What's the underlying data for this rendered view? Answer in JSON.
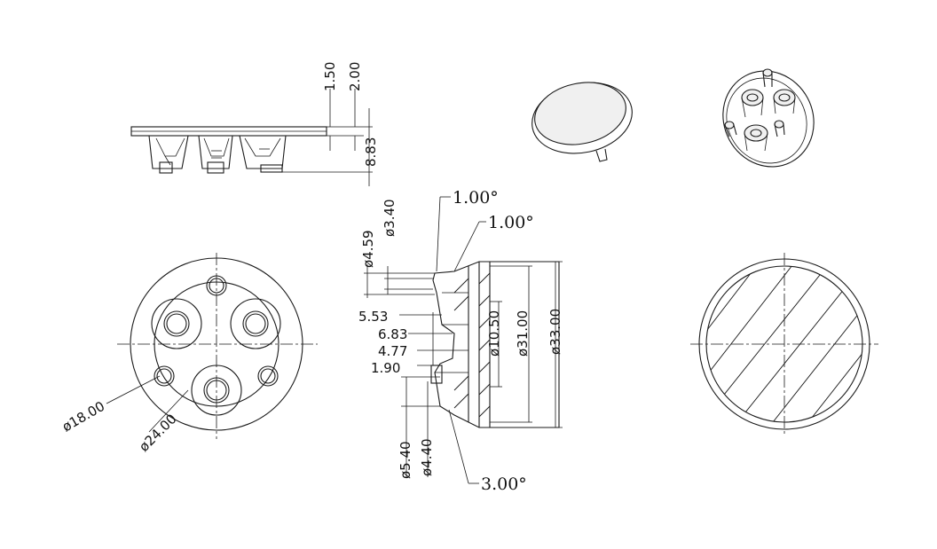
{
  "side_view": {
    "dims": {
      "d_1_50": "1.50",
      "d_2_00": "2.00",
      "d_8_83": "8.83"
    }
  },
  "front_view": {
    "dims": {
      "dia_18": "ø18.00",
      "dia_24": "ø24.00"
    }
  },
  "section_view": {
    "dims": {
      "dia_4_59": "ø4.59",
      "dia_3_40": "ø3.40",
      "d_5_53": "5.53",
      "d_6_83": "6.83",
      "d_4_77": "4.77",
      "d_1_90": "1.90",
      "dia_10_50": "ø10.50",
      "dia_31_00": "ø31.00",
      "dia_33_00": "ø33.00",
      "dia_5_40": "ø5.40",
      "dia_4_40": "ø4.40"
    },
    "angles": {
      "a_top_1": "1.00°",
      "a_top_2": "1.00°",
      "a_bottom": "3.00°"
    }
  },
  "colors": {
    "line": "#1a1a1a",
    "background": "#ffffff"
  }
}
